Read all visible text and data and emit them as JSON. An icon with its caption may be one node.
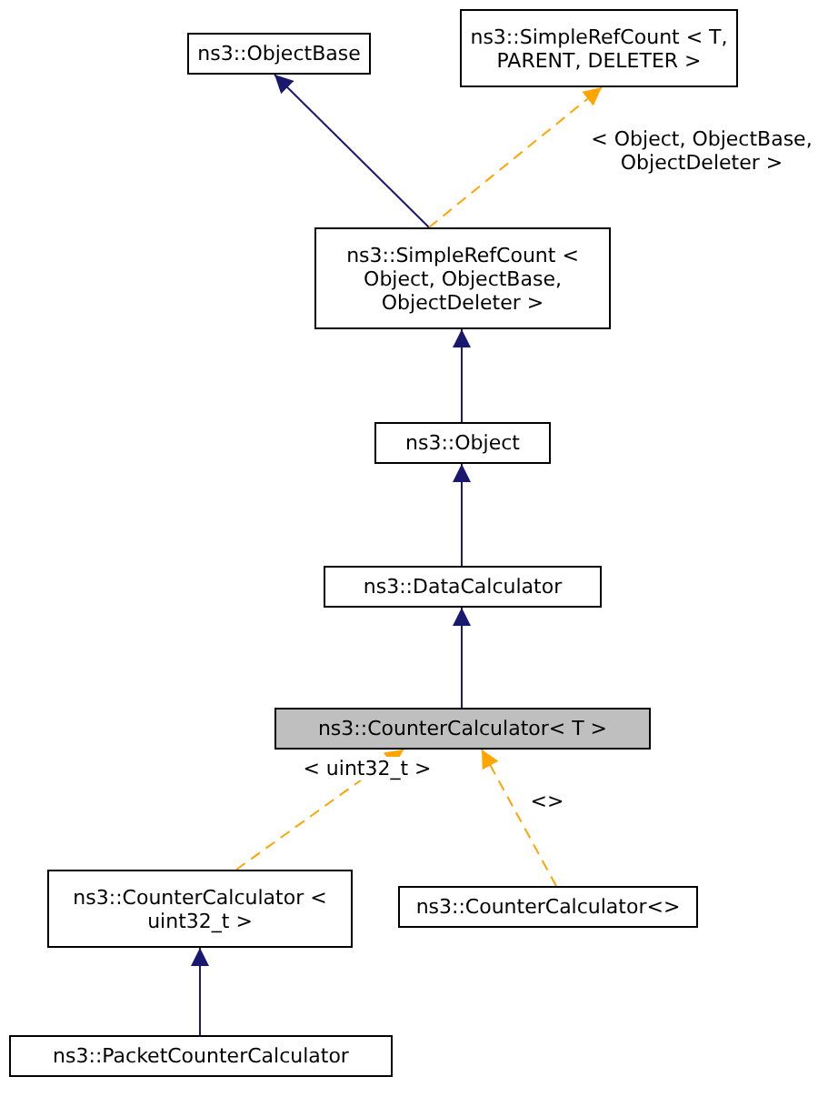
{
  "diagram": {
    "nodes": [
      {
        "text": [
          "ns3::ObjectBase"
        ]
      },
      {
        "text": [
          "ns3::SimpleRefCount < T, PARENT, DELETER >"
        ]
      },
      {
        "text": [
          "ns3::SimpleRefCount < Object, ObjectBase, ObjectDeleter >"
        ]
      },
      {
        "text": [
          "ns3::Object"
        ]
      },
      {
        "text": [
          "ns3::DataCalculator"
        ]
      },
      {
        "text": [
          "ns3::CounterCalculator< T >"
        ]
      },
      {
        "text": [
          "ns3::CounterCalculator < uint32_t >"
        ]
      },
      {
        "text": [
          "ns3::CounterCalculator<>"
        ]
      },
      {
        "text": [
          "ns3::PacketCounterCalculator"
        ]
      }
    ],
    "edges": [
      {
        "from": 2,
        "to": 0,
        "arrow": "to"
      },
      {
        "from": 2,
        "to": 1,
        "arrow": "to",
        "label": "< Object, ObjectBase, ObjectDeleter >",
        "style": "dashed",
        "color": "#ffa500"
      },
      {
        "from": 3,
        "to": 2,
        "arrow": "to"
      },
      {
        "from": 4,
        "to": 3,
        "arrow": "to"
      },
      {
        "from": 5,
        "to": 4,
        "arrow": "to"
      },
      {
        "from": 6,
        "to": 5,
        "arrow": "to",
        "label": "< uint32_t >",
        "style": "dashed",
        "color": "#ffa500"
      },
      {
        "from": 7,
        "to": 5,
        "arrow": "to",
        "label": "<>",
        "style": "dashed",
        "color": "#ffa500"
      },
      {
        "from": 8,
        "to": 6,
        "arrow": "to"
      }
    ]
  }
}
